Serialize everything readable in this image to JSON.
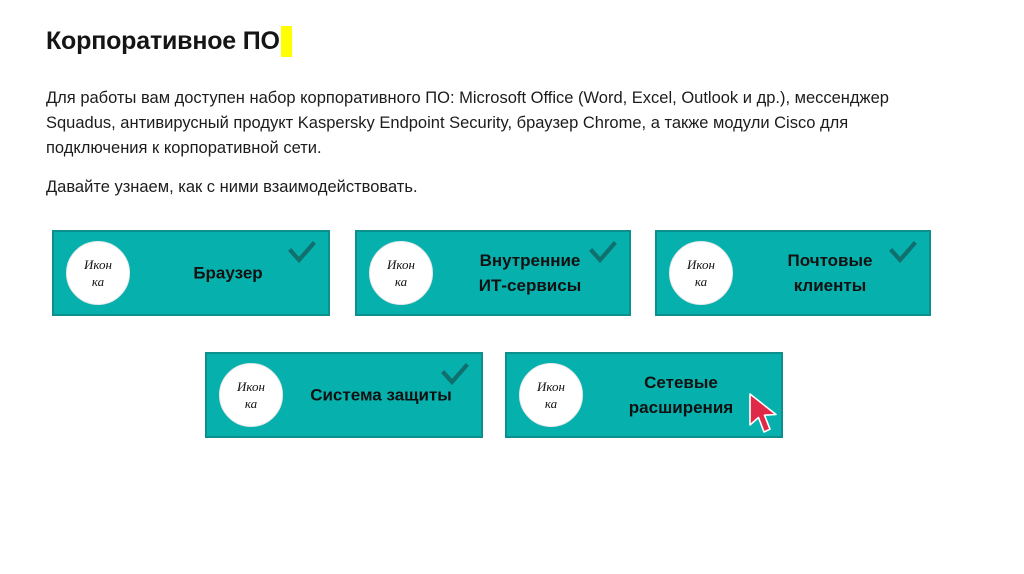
{
  "slide": {
    "title": "Корпоративное ПО",
    "title_caret_color": "#ffff00",
    "paragraphs": [
      "Для работы вам доступен набор корпоративного ПО: Microsoft Office (Word, Excel, Outlook и др.), мессенджер Squadus, антивирусный продукт Kaspersky Endpoint Security, браузер Chrome, а также модули Cisco для подключения к корпоративной сети.",
      "Давайте узнаем, как с ними взаимодействовать."
    ]
  },
  "colors": {
    "card_fill": "#06b0ad",
    "card_border": "#0d8f8d",
    "check_color": "#10706e",
    "cursor_color": "#e02848",
    "background": "#ffffff"
  },
  "icon_placeholder": {
    "line1": "Икон",
    "line2": "ка"
  },
  "cards": [
    {
      "id": "browser",
      "icon_line1": "Икон",
      "icon_line2": "ка",
      "label_line1": "Браузер",
      "label_line2": "",
      "checked": true
    },
    {
      "id": "internal-it-services",
      "icon_line1": "Икон",
      "icon_line2": "ка",
      "label_line1": "Внутренние",
      "label_line2": "ИТ-сервисы",
      "checked": true
    },
    {
      "id": "mail-clients",
      "icon_line1": "Икон",
      "icon_line2": "ка",
      "label_line1": "Почтовые",
      "label_line2": "клиенты",
      "checked": true
    },
    {
      "id": "protection-system",
      "icon_line1": "Икон",
      "icon_line2": "ка",
      "label_line1": "Система защиты",
      "label_line2": "",
      "checked": true
    },
    {
      "id": "network-extensions",
      "icon_line1": "Икон",
      "icon_line2": "ка",
      "label_line1": "Сетевые",
      "label_line2": "расширения",
      "checked": false
    }
  ],
  "icons": {
    "check": "check-icon",
    "cursor": "mouse-cursor-icon"
  }
}
